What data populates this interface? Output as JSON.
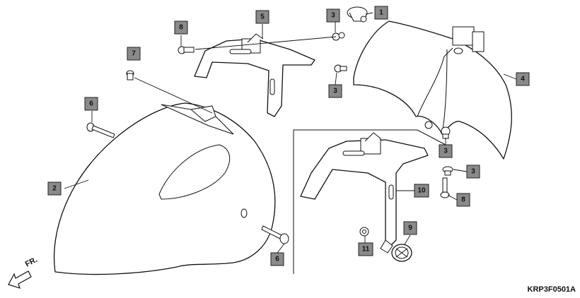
{
  "diagram": {
    "id_label": "KRP3F0501A",
    "direction_label": "FR.",
    "callouts": {
      "c1": "1",
      "c2": "2",
      "c3a": "3",
      "c3b": "3",
      "c3c": "3",
      "c3d": "3",
      "c4": "4",
      "c5": "5",
      "c6a": "6",
      "c6b": "6",
      "c7": "7",
      "c8a": "8",
      "c8b": "8",
      "c9": "9",
      "c10": "10",
      "c11": "11"
    }
  }
}
